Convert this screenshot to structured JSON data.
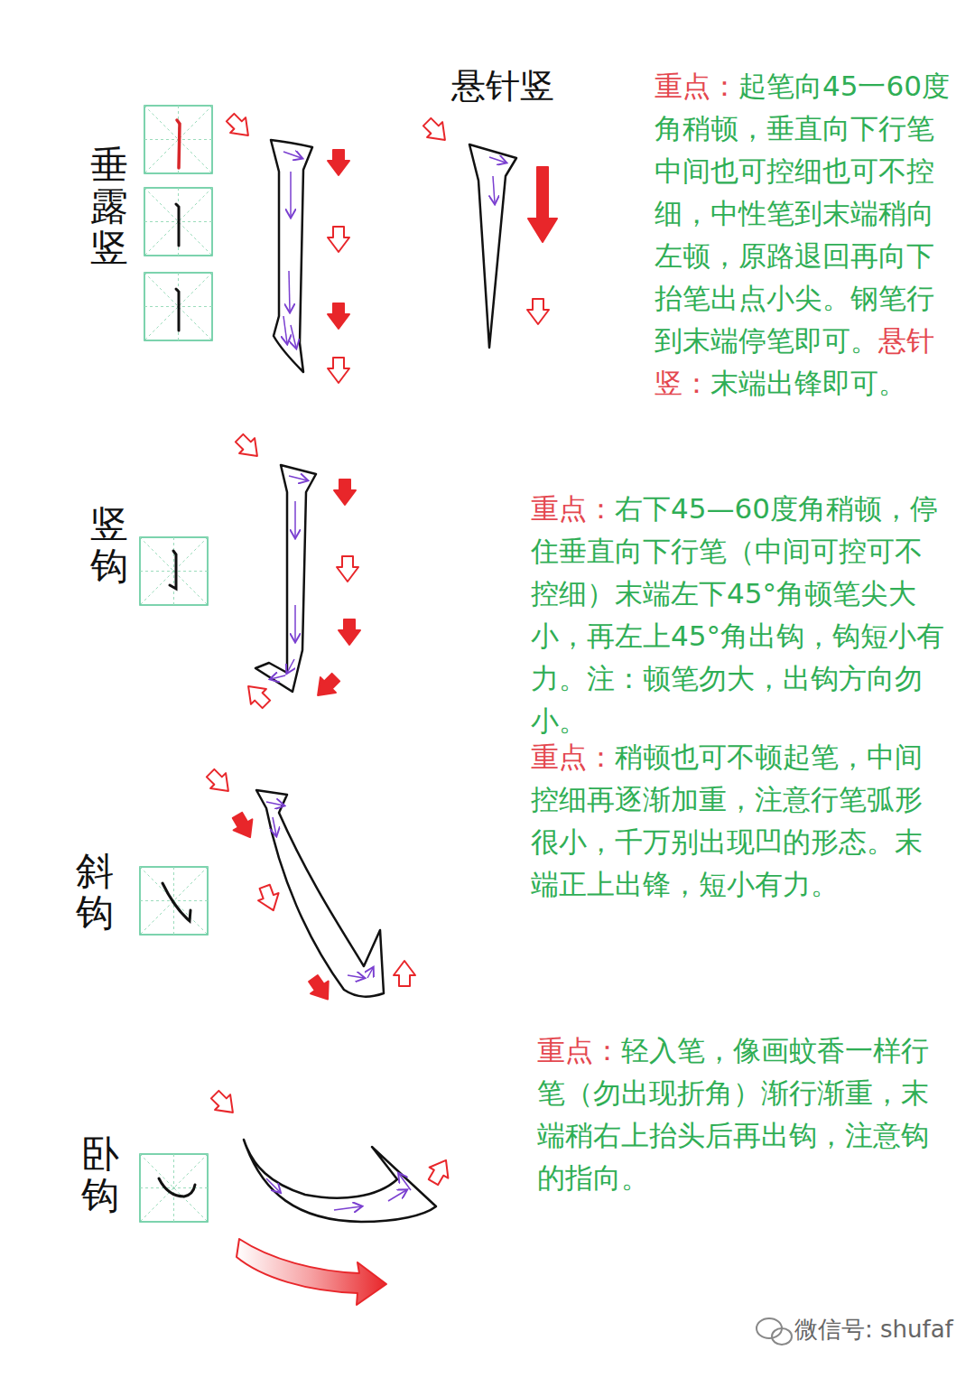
{
  "diagram": {
    "labels": [
      "悬针竖",
      "垂露竖",
      "重点：",
      "起笔向45一60度角稍顿，垂直向下行笔中间也可控细也可不控细，中性笔到末端稍向左顿，原路退回再向下抬笔出点小尖。钢笔行到末端停笔即可。",
      "悬针竖：",
      "末端出锋即可。",
      "竖钩",
      "重点：",
      "右下45—60度角稍顿，停住垂直向下行笔（中间可控可不控细）末端左下45°角顿笔尖大小，再左上45°角出钩，钩短小有力。注：顿笔勿大，出钩方向勿小。",
      "斜钩",
      "重点：",
      "稍顿也可不顿起笔，中间控细再逐渐加重，注意行笔弧形很小，千万别出现凹的形态。末端正上出锋，短小有力。",
      "卧钩",
      "重点：",
      "轻入笔，像画蚊香一样行笔（勿出现折角）渐行渐重，末端稍右上抬头后再出钩，注意钩的指向。",
      "微信号: shufaf"
    ]
  }
}
